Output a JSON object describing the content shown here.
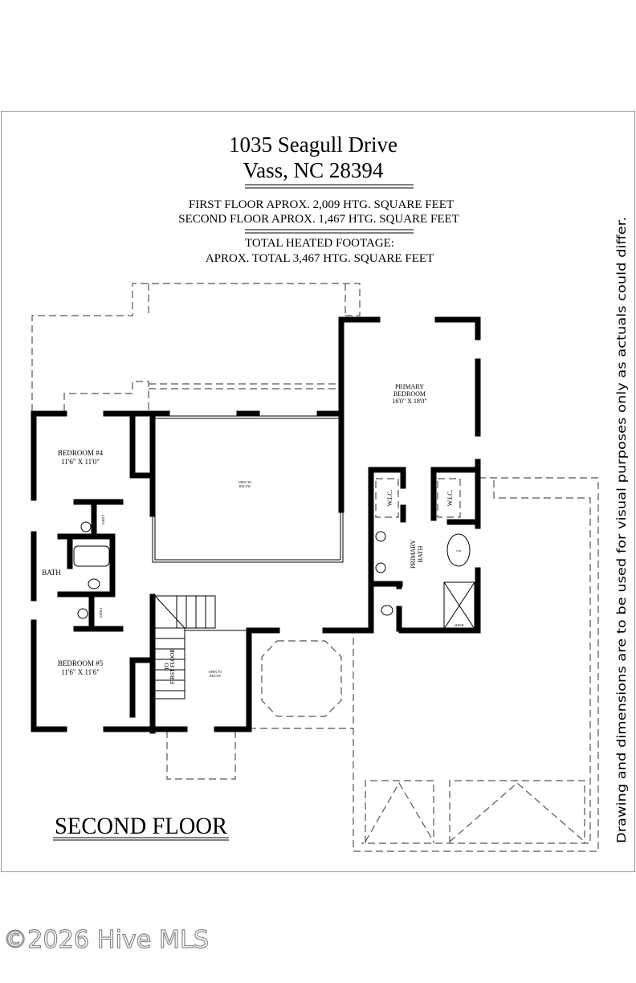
{
  "header": {
    "address_line1": "1035 Seagull Drive",
    "address_line2": "Vass, NC 28394",
    "first_floor": "FIRST FLOOR APROX. 2,009 HTG. SQUARE FEET",
    "second_floor": "SECOND FLOOR APROX. 1,467 HTG. SQUARE FEET",
    "total_label": "TOTAL HEATED FOOTAGE:",
    "total_value": "APROX. TOTAL 3,467 HTG. SQUARE FEET"
  },
  "rooms": {
    "bedroom4_name": "BEDROOM #4",
    "bedroom4_size": "11'6\" X 11'0\"",
    "bedroom5_name": "BEDROOM #5",
    "bedroom5_size": "11'6\" X 11'6\"",
    "bath": "BATH",
    "linen": "LINEN",
    "open_below_1": "OPEN TO",
    "open_below_2": "BELOW",
    "stairs_1": "TO",
    "stairs_2": "FIRST FLOOR",
    "primary_bedroom_1": "PRIMARY",
    "primary_bedroom_2": "BEDROOM",
    "primary_bedroom_size": "16'0\" X 18'0\"",
    "wic": "W.I.C.",
    "primary_bath_1": "PRIMARY",
    "primary_bath_2": "BATH",
    "tub": "TUB",
    "shower": "SHWR."
  },
  "floor_label": "SECOND FLOOR",
  "disclaimer": "Drawing and dimensions are to be used for visual purposes only as actuals could differ.",
  "watermark": "©2026 Hive MLS"
}
